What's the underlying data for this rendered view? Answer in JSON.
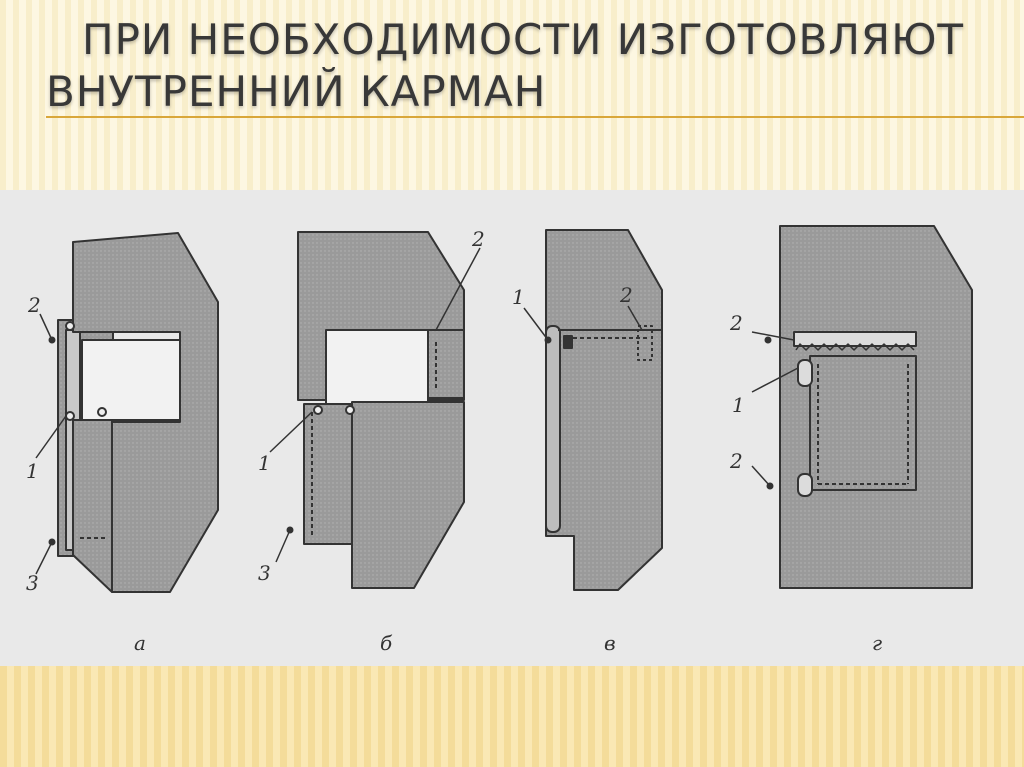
{
  "title": {
    "line1": "ПРИ НЕОБХОДИМОСТИ ИЗГОТОВЛЯЮТ",
    "line2": "ВНУТРЕННИЙ КАРМАН"
  },
  "diagram": {
    "panel_labels": [
      "а",
      "б",
      "в",
      "г"
    ],
    "callouts": {
      "a": [
        "2",
        "1",
        "3"
      ],
      "b": [
        "2",
        "1",
        "3"
      ],
      "v": [
        "1",
        "2"
      ],
      "g": [
        "2",
        "1",
        "2"
      ]
    }
  },
  "colors": {
    "fabric": "#9c9c9c",
    "lining": "#f2f2f2",
    "accent": "#d9a73a"
  }
}
